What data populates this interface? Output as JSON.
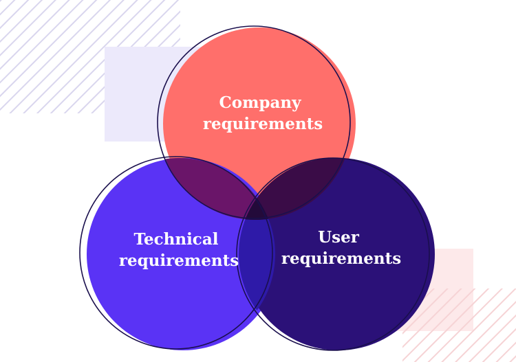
{
  "diagram": {
    "circles": [
      {
        "id": "company",
        "line1": "Company",
        "line2": "requirements",
        "color": "#ff6f6b"
      },
      {
        "id": "technical",
        "line1": "Technical",
        "line2": "requirements",
        "color": "#5a33f5"
      },
      {
        "id": "user",
        "line1": "User",
        "line2": "requirements",
        "color": "#2b1178"
      }
    ],
    "overlap_colors": {
      "company_technical": "#6a1569",
      "company_user": "#3a0c47",
      "technical_user": "#2e1aa8"
    },
    "outline_color": "#1a0f4d",
    "decoration_colors": {
      "stripes_top_left": "#d9d6ee",
      "block_lavender": "#ece9fb",
      "block_pink": "#fde9ea",
      "stripes_bottom_right": "#f6d3d5"
    }
  }
}
